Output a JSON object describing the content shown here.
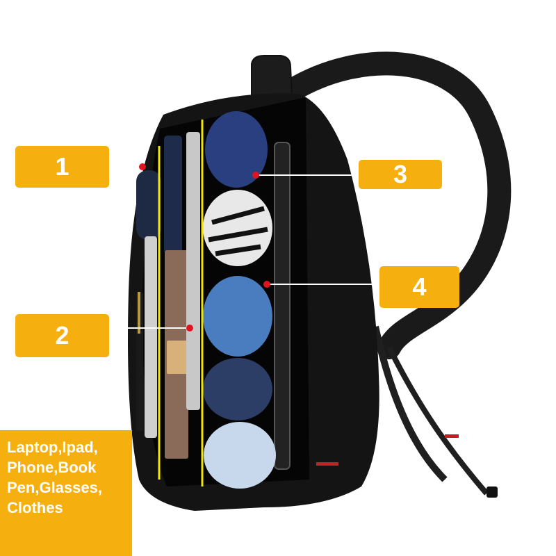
{
  "callouts": {
    "one": "1",
    "two": "2",
    "three": "3",
    "four": "4"
  },
  "contents_box": {
    "lines": [
      "Laptop,Ipad,",
      "Phone,Book",
      "Pen,Glasses,",
      "Clothes"
    ]
  },
  "colors": {
    "callout_bg": "#f5b010",
    "pointer": "#e0141e",
    "divider": "#f2e600",
    "bag": "#141414"
  }
}
